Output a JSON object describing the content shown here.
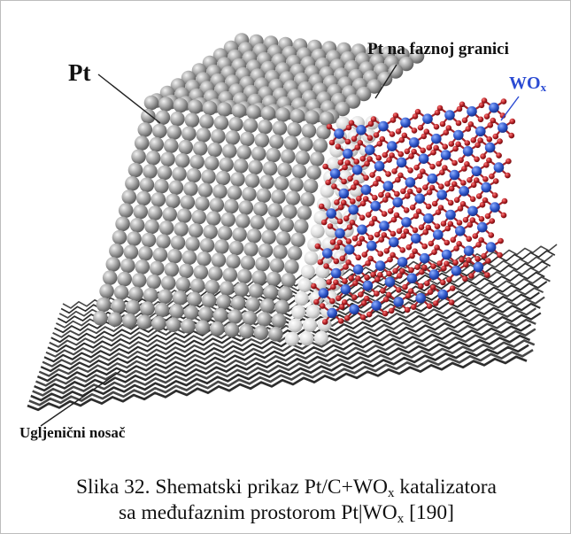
{
  "labels": {
    "pt": "Pt",
    "pt_boundary": "Pt na faznoj granici",
    "wox_main": "WO",
    "wox_sub": "x",
    "support": "Ugljenični nosač"
  },
  "caption": {
    "line1_a": "Slika 32. Shematski prikaz Pt/C+WO",
    "line1_sub": "x",
    "line1_b": " katalizatora",
    "line2_a": "sa međufaznim prostorom Pt|WO",
    "line2_sub": "x",
    "line2_b": " [190]"
  },
  "colors": {
    "pt_atom": "#9a9a9a",
    "pt_boundary_atom": "#dcdcdc",
    "w_atom": "#2f56c9",
    "o_atom": "#b01e23",
    "carbon": "#3a3a3a",
    "wox_label": "#2b4bd3"
  }
}
